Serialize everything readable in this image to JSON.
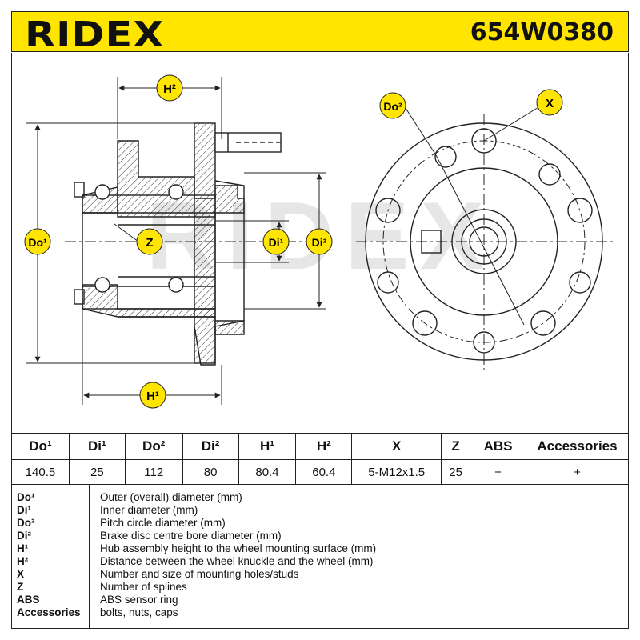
{
  "header": {
    "brand": "RIDEX",
    "part_number": "654W0380"
  },
  "watermark": "RIDEX",
  "callouts": {
    "h2": "H²",
    "h1": "H¹",
    "do1": "Do¹",
    "z": "Z",
    "di1": "Di¹",
    "di2": "Di²",
    "do2": "Do²",
    "x": "X"
  },
  "table": {
    "headers": [
      "Do¹",
      "Di¹",
      "Do²",
      "Di²",
      "H¹",
      "H²",
      "X",
      "Z",
      "ABS",
      "Accessories"
    ],
    "values": [
      "140.5",
      "25",
      "112",
      "80",
      "80.4",
      "60.4",
      "5-M12x1.5",
      "25",
      "+",
      "+"
    ]
  },
  "legend": [
    {
      "key": "Do¹",
      "desc": "Outer (overall) diameter (mm)"
    },
    {
      "key": "Di¹",
      "desc": "Inner diameter (mm)"
    },
    {
      "key": "Do²",
      "desc": "Pitch circle diameter (mm)"
    },
    {
      "key": "Di²",
      "desc": "Brake disc centre bore diameter (mm)"
    },
    {
      "key": "H¹",
      "desc": "Hub assembly height to the wheel mounting surface (mm)"
    },
    {
      "key": "H²",
      "desc": "Distance between the wheel knuckle and the wheel (mm)"
    },
    {
      "key": "X",
      "desc": "Number and size of mounting holes/studs"
    },
    {
      "key": "Z",
      "desc": "Number of splines"
    },
    {
      "key": "ABS",
      "desc": "ABS sensor ring"
    },
    {
      "key": "Accessories",
      "desc": "bolts, nuts, caps"
    }
  ],
  "colors": {
    "header_bg": "#ffe500",
    "callout_bg": "#ffe500",
    "line": "#222222",
    "watermark": "#e6e6e6"
  }
}
